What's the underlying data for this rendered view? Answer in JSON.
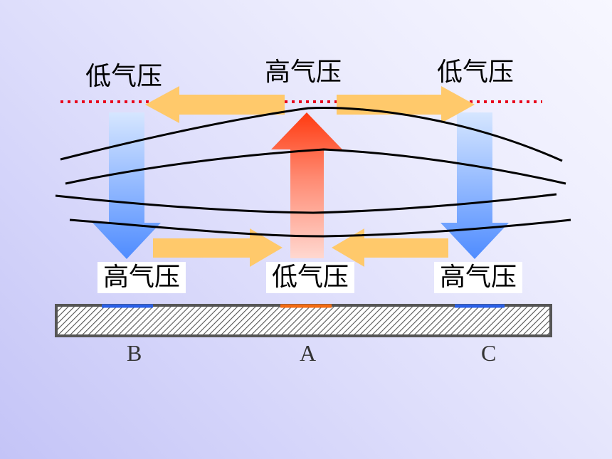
{
  "labels": {
    "upper_left": "低气压",
    "upper_center": "高气压",
    "upper_right": "低气压",
    "lower_left": "高气压",
    "lower_center": "低气压",
    "lower_right": "高气压"
  },
  "points": {
    "left": "B",
    "center": "A",
    "right": "C"
  },
  "colors": {
    "flow_arrow": "#ffc96b",
    "rising_air_top": "#ff3a10",
    "rising_air_bottom": "#ffd8d0",
    "sinking_air_top": "#d4e4ff",
    "sinking_air_bottom": "#4f8cff",
    "dotted_line": "#e8001c",
    "ground_low_mark": "#f36b12",
    "ground_high_mark": "#2a5fe6"
  }
}
